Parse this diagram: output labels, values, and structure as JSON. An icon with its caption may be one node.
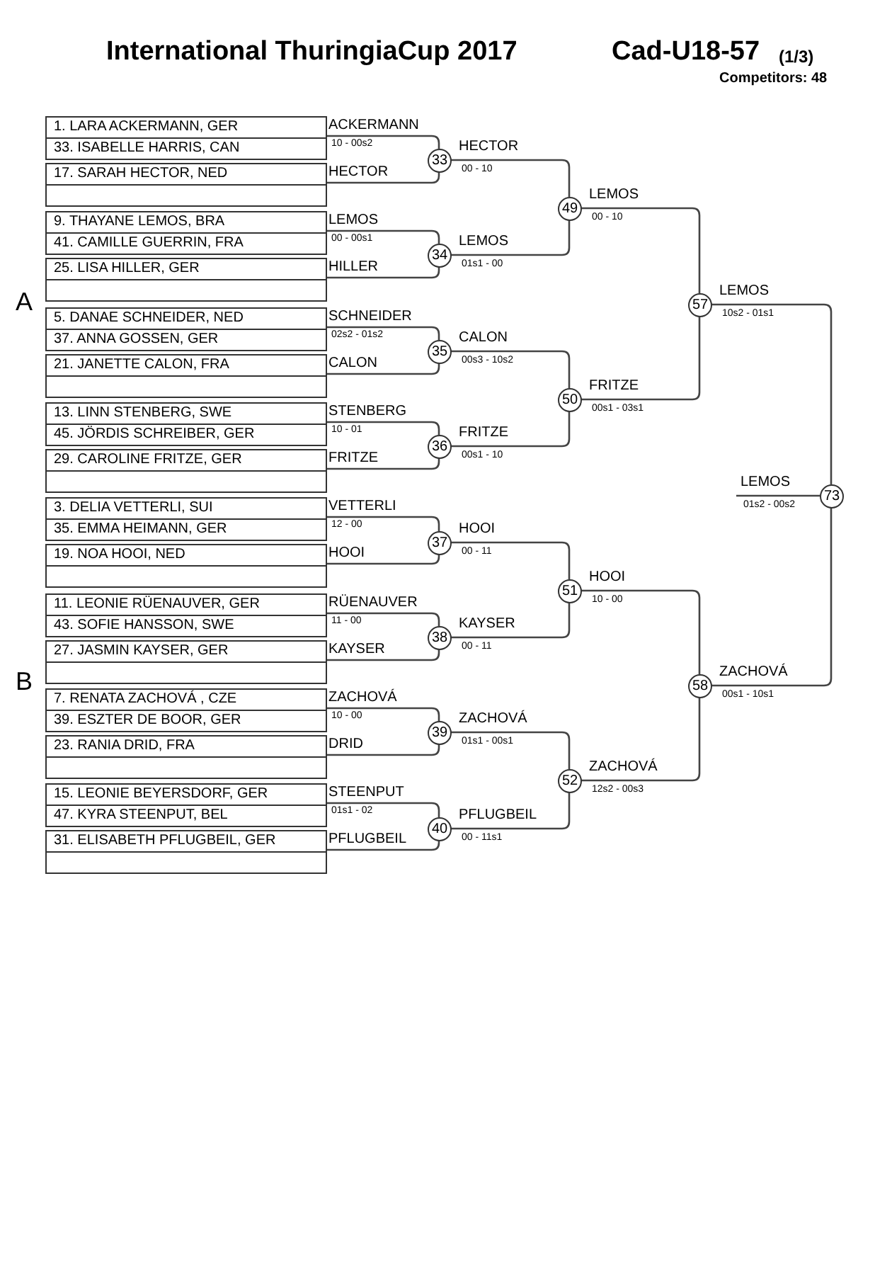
{
  "diagram": {
    "title": "International ThuringiaCup 2017",
    "nodes": [
      {
        "text": [
          "1. LARA ACKERMANN, GER"
        ],
        "beside": [
          "ACKERMANN"
        ]
      },
      {
        "text": [
          "33. ISABELLE HARRIS, CAN"
        ],
        "beside": [
          "10 - 00s2"
        ]
      },
      {
        "text": [
          "17. SARAH HECTOR, NED"
        ],
        "beside": [
          "HECTOR"
        ]
      },
      {
        "text": [],
        "shape": "box"
      },
      {
        "text": [
          "9. THAYANE LEMOS, BRA"
        ],
        "beside": [
          "LEMOS"
        ]
      },
      {
        "text": [
          "41. CAMILLE GUERRIN, FRA"
        ],
        "beside": [
          "00 - 00s1"
        ]
      },
      {
        "text": [
          "25. LISA HILLER, GER"
        ],
        "beside": [
          "HILLER"
        ]
      },
      {
        "text": [],
        "shape": "box"
      },
      {
        "text": [
          "5. DANAE SCHNEIDER, NED"
        ],
        "beside": [
          "SCHNEIDER"
        ]
      },
      {
        "text": [
          "37. ANNA GOSSEN, GER"
        ],
        "beside": [
          "02s2 - 01s2"
        ]
      },
      {
        "text": [
          "21. JANETTE CALON, FRA"
        ],
        "beside": [
          "CALON"
        ]
      },
      {
        "text": [],
        "shape": "box"
      },
      {
        "text": [
          "13. LINN STENBERG, SWE"
        ],
        "beside": [
          "STENBERG"
        ]
      },
      {
        "text": [
          "45. JÖRDIS SCHREIBER, GER"
        ],
        "beside": [
          "10 - 01"
        ]
      },
      {
        "text": [
          "29. CAROLINE FRITZE, GER"
        ],
        "beside": [
          "FRITZE"
        ]
      },
      {
        "text": [],
        "shape": "box"
      },
      {
        "text": [
          "3. DELIA VETTERLI, SUI"
        ],
        "beside": [
          "VETTERLI"
        ]
      },
      {
        "text": [
          "35. EMMA HEIMANN, GER"
        ],
        "beside": [
          "12 - 00"
        ]
      },
      {
        "text": [
          "19. NOA HOOI, NED"
        ],
        "beside": [
          "HOOI"
        ]
      },
      {
        "text": [],
        "shape": "box"
      },
      {
        "text": [
          "11. LEONIE RÜENAUVER, GER"
        ],
        "beside": [
          "RÜENAUVER"
        ]
      },
      {
        "text": [
          "43. SOFIE HANSSON, SWE"
        ],
        "beside": [
          "11 - 00"
        ]
      },
      {
        "text": [
          "27. JASMIN KAYSER, GER"
        ],
        "beside": [
          "KAYSER"
        ]
      },
      {
        "text": [],
        "shape": "box"
      },
      {
        "text": [
          "7. RENATA ZACHOVÁ , CZE"
        ],
        "beside": [
          "ZACHOVÁ"
        ]
      },
      {
        "text": [
          "39. ESZTER DE BOOR, GER"
        ],
        "beside": [
          "10 - 00"
        ]
      },
      {
        "text": [
          "23. RANIA DRID, FRA"
        ],
        "beside": [
          "DRID"
        ]
      },
      {
        "text": [],
        "shape": "box"
      },
      {
        "text": [
          "15. LEONIE BEYERSDORF, GER"
        ],
        "beside": [
          "STEENPUT"
        ]
      },
      {
        "text": [
          "47. KYRA STEENPUT, BEL"
        ],
        "beside": [
          "01s1 - 02"
        ]
      },
      {
        "text": [
          "31. ELISABETH PFLUGBEIL, GER"
        ],
        "beside": [
          "PFLUGBEIL"
        ]
      },
      {
        "text": [],
        "shape": "box"
      },
      {
        "text": [
          "33"
        ],
        "beside": [
          "HECTOR",
          "00 - 10"
        ]
      },
      {
        "text": [
          "34"
        ],
        "beside": [
          "LEMOS",
          "01s1 - 00"
        ]
      },
      {
        "text": [
          "35"
        ],
        "beside": [
          "CALON",
          "00s3 - 10s2"
        ]
      },
      {
        "text": [
          "36"
        ],
        "beside": [
          "FRITZE",
          "00s1 - 10"
        ]
      },
      {
        "text": [
          "37"
        ],
        "beside": [
          "HOOI",
          "00 - 11"
        ]
      },
      {
        "text": [
          "38"
        ],
        "beside": [
          "KAYSER",
          "00 - 11"
        ]
      },
      {
        "text": [
          "39"
        ],
        "beside": [
          "ZACHOVÁ",
          "01s1 - 00s1"
        ]
      },
      {
        "text": [
          "40"
        ],
        "beside": [
          "PFLUGBEIL",
          "00 - 11s1"
        ]
      },
      {
        "text": [
          "49"
        ],
        "beside": [
          "LEMOS",
          "00 - 10"
        ]
      },
      {
        "text": [
          "50"
        ],
        "beside": [
          "FRITZE",
          "00s1 - 03s1"
        ]
      },
      {
        "text": [
          "51"
        ],
        "beside": [
          "HOOI",
          "10 - 00"
        ]
      },
      {
        "text": [
          "52"
        ],
        "beside": [
          "ZACHOVÁ",
          "12s2 - 00s3"
        ]
      },
      {
        "text": [
          "57"
        ],
        "beside": [
          "LEMOS",
          "10s2 - 01s1"
        ]
      },
      {
        "text": [
          "58"
        ],
        "beside": [
          "ZACHOVÁ",
          "00s1 - 10s1"
        ]
      },
      {
        "text": [
          "73"
        ],
        "beside": [
          "LEMOS",
          "01s2 - 00s2"
        ]
      }
    ],
    "edges": [
      {
        "from": 0,
        "to": 32,
        "arrow": "none"
      },
      {
        "from": 2,
        "to": 32,
        "arrow": "none"
      },
      {
        "from": 4,
        "to": 33,
        "arrow": "none"
      },
      {
        "from": 6,
        "to": 33,
        "arrow": "none"
      },
      {
        "from": 8,
        "to": 34,
        "arrow": "none"
      },
      {
        "from": 10,
        "to": 34,
        "arrow": "none"
      },
      {
        "from": 12,
        "to": 35,
        "arrow": "none"
      },
      {
        "from": 14,
        "to": 35,
        "arrow": "none"
      },
      {
        "from": 16,
        "to": 36,
        "arrow": "none"
      },
      {
        "from": 18,
        "to": 36,
        "arrow": "none"
      },
      {
        "from": 20,
        "to": 37,
        "arrow": "none"
      },
      {
        "from": 22,
        "to": 37,
        "arrow": "none"
      },
      {
        "from": 24,
        "to": 38,
        "arrow": "none"
      },
      {
        "from": 26,
        "to": 38,
        "arrow": "none"
      },
      {
        "from": 28,
        "to": 39,
        "arrow": "none"
      },
      {
        "from": 30,
        "to": 39,
        "arrow": "none"
      },
      {
        "from": 32,
        "to": 40,
        "arrow": "none"
      },
      {
        "from": 33,
        "to": 40,
        "arrow": "none"
      },
      {
        "from": 34,
        "to": 41,
        "arrow": "none"
      },
      {
        "from": 35,
        "to": 41,
        "arrow": "none"
      },
      {
        "from": 36,
        "to": 42,
        "arrow": "none"
      },
      {
        "from": 37,
        "to": 42,
        "arrow": "none"
      },
      {
        "from": 38,
        "to": 43,
        "arrow": "none"
      },
      {
        "from": 39,
        "to": 43,
        "arrow": "none"
      },
      {
        "from": 40,
        "to": 44,
        "arrow": "none"
      },
      {
        "from": 41,
        "to": 44,
        "arrow": "none"
      },
      {
        "from": 42,
        "to": 45,
        "arrow": "none"
      },
      {
        "from": 43,
        "to": 45,
        "arrow": "none"
      },
      {
        "from": 44,
        "to": 46,
        "arrow": "none"
      },
      {
        "from": 45,
        "to": 46,
        "arrow": "none"
      },
      {
        "from": null,
        "to": 46,
        "arrow": "none"
      }
    ],
    "labels": [
      "Cad-U18-57",
      "(1/3)",
      "Competitors: 48",
      "A",
      "B"
    ]
  }
}
